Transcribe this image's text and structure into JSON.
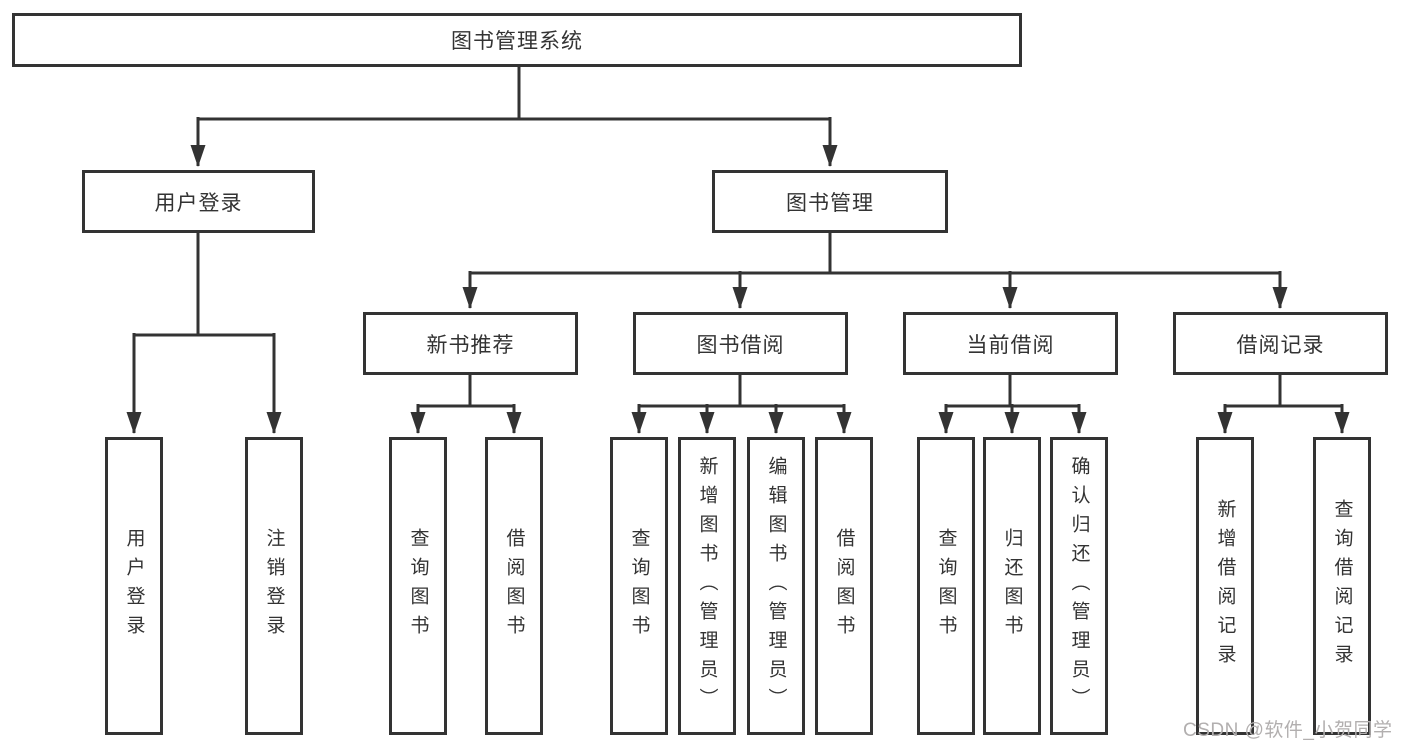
{
  "diagram": {
    "root": "图书管理系统",
    "level2": {
      "user_login": "用户登录",
      "book_management": "图书管理"
    },
    "level3": {
      "new_book_recommend": "新书推荐",
      "book_borrowing": "图书借阅",
      "current_borrowing": "当前借阅",
      "borrowing_records": "借阅记录"
    },
    "leaves": {
      "login": "用户登录",
      "logout": "注销登录",
      "recommend_query_books": "查询图书",
      "recommend_borrow_books": "借阅图书",
      "borrowing_query_books": "查询图书",
      "borrowing_add_books": "新增图书（管理员）",
      "borrowing_edit_books": "编辑图书（管理员）",
      "borrowing_borrow_books": "借阅图书",
      "current_query_books": "查询图书",
      "current_return_books": "归还图书",
      "current_confirm_return": "确认归还（管理员）",
      "records_add_record": "新增借阅记录",
      "records_query_record": "查询借阅记录"
    },
    "watermark": "CSDN @软件_小贺同学",
    "colors": {
      "line": "#333333",
      "text": "#333333",
      "background": "#ffffff",
      "watermark": "#b2afaf"
    }
  }
}
